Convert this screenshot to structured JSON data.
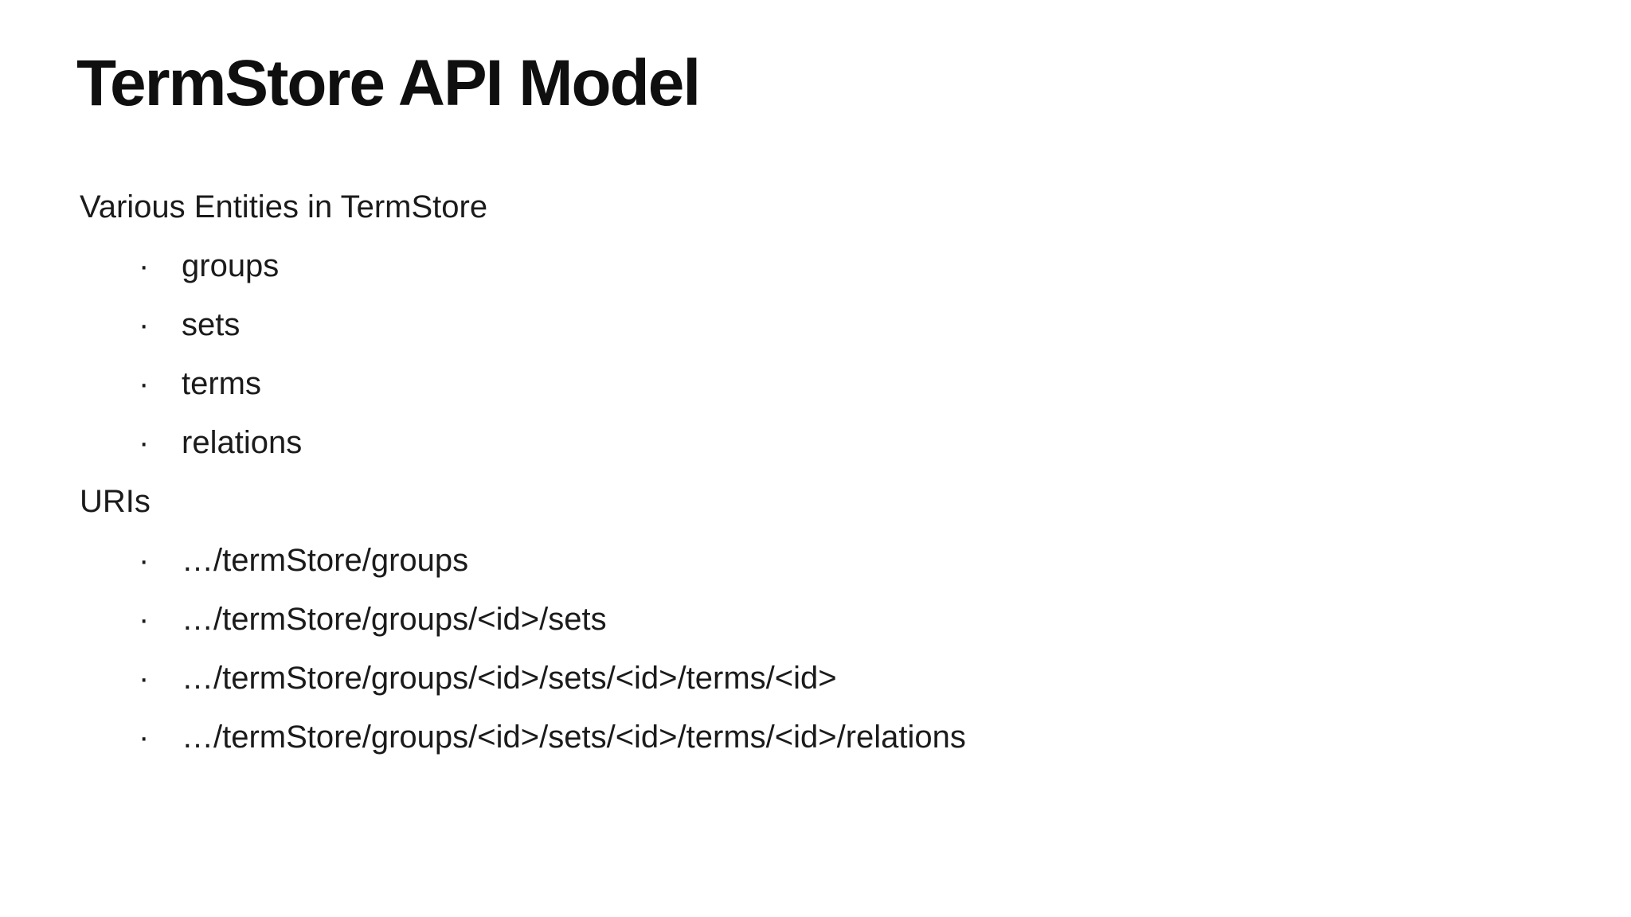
{
  "slide": {
    "title": "TermStore API Model",
    "bullet": "·",
    "sections": [
      {
        "heading": "Various Entities in TermStore",
        "items": [
          "groups",
          "sets",
          "terms",
          "relations"
        ]
      },
      {
        "heading": "URIs",
        "items": [
          "…/termStore/groups",
          "…/termStore/groups/<id>/sets",
          "…/termStore/groups/<id>/sets/<id>/terms/<id>",
          "…/termStore/groups/<id>/sets/<id>/terms/<id>/relations"
        ]
      }
    ]
  },
  "colors": {
    "background": "#ffffff",
    "title_text": "#0f0f0f",
    "body_text": "#1b1b1b"
  }
}
